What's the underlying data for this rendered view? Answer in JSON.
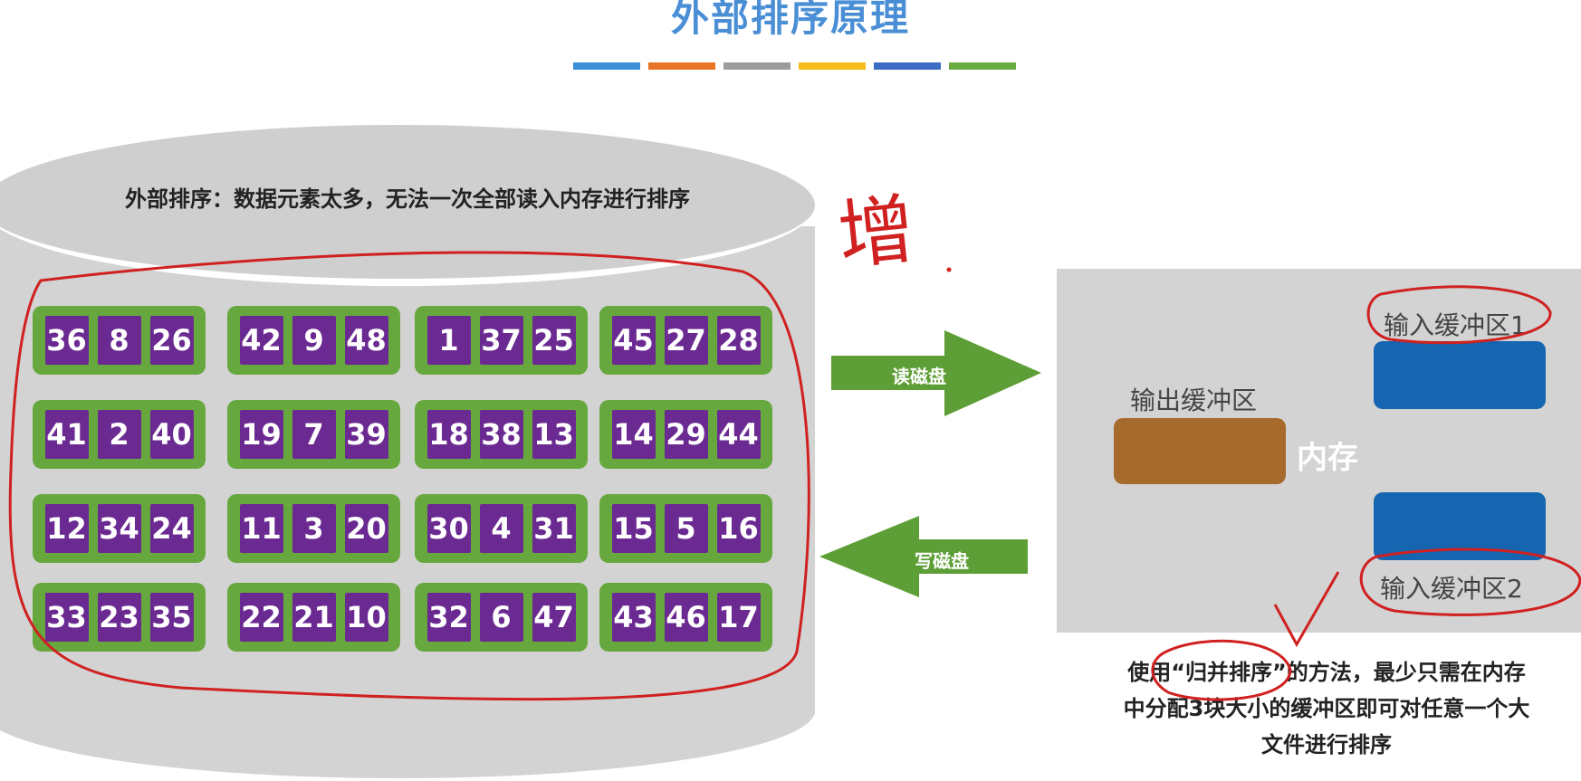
{
  "title": "外部排序原理",
  "color_bar": [
    "#3b8fd9",
    "#e87424",
    "#9c9c9c",
    "#f3bc1c",
    "#3a6cc4",
    "#6aab3f"
  ],
  "disk": {
    "caption": "外部排序：数据元素太多，无法一次全部读入内存进行排序",
    "blocks": [
      [
        36,
        8,
        26
      ],
      [
        42,
        9,
        48
      ],
      [
        1,
        37,
        25
      ],
      [
        45,
        27,
        28
      ],
      [
        41,
        2,
        40
      ],
      [
        19,
        7,
        39
      ],
      [
        18,
        38,
        13
      ],
      [
        14,
        29,
        44
      ],
      [
        12,
        34,
        24
      ],
      [
        11,
        3,
        20
      ],
      [
        30,
        4,
        31
      ],
      [
        15,
        5,
        16
      ],
      [
        33,
        23,
        35
      ],
      [
        22,
        21,
        10
      ],
      [
        32,
        6,
        47
      ],
      [
        43,
        46,
        17
      ]
    ]
  },
  "arrows": {
    "read": "读磁盘",
    "write": "写磁盘"
  },
  "memory": {
    "label": "内存",
    "output_buffer": "输出缓冲区",
    "input_buffer_1": "输入缓冲区1",
    "input_buffer_2": "输入缓冲区2"
  },
  "note": {
    "line1": "使用“归并排序”的方法，最少只需在内存",
    "line2": "中分配3块大小的缓冲区即可对任意一个大",
    "line3": "文件进行排序"
  },
  "handwriting": {
    "char": "增"
  },
  "colors": {
    "title": "#4a8fd6",
    "disk": "#d3d3d3",
    "block_green": "#67a83e",
    "cell_purple": "#6b2a92",
    "arrow_green": "#5e9e36",
    "output_buffer": "#a56a2c",
    "input_buffer": "#1565b0",
    "annotation_red": "#d02020"
  }
}
